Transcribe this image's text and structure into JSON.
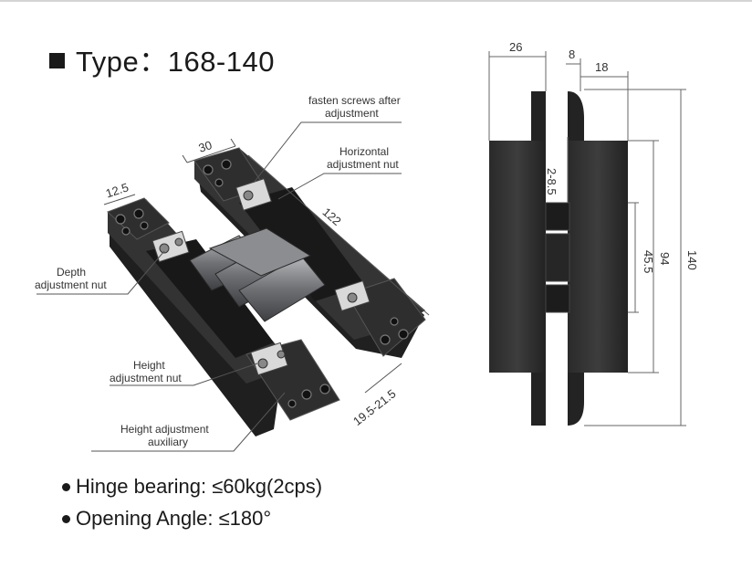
{
  "title": "Type：168-140",
  "specs": [
    "Hinge bearing: ≤60kg(2cps)",
    "Opening Angle: ≤180°"
  ],
  "callouts": {
    "fasten_line1": "fasten screws after",
    "fasten_line2": "adjustment",
    "horizontal_line1": "Horizontal",
    "horizontal_line2": "adjustment nut",
    "depth_line1": "Depth",
    "depth_line2": "adjustment nut",
    "height_line1": "Height",
    "height_line2": "adjustment nut",
    "auxiliary_line1": "Height adjustment",
    "auxiliary_line2": "auxiliary"
  },
  "dimensions": {
    "iso_width": "30",
    "iso_end": "12.5",
    "iso_length": "122",
    "iso_depth": "19.5-21.5",
    "side_26": "26",
    "side_8": "8",
    "side_18": "18",
    "side_gap": "2-8.5",
    "side_45": "45.5",
    "side_94": "94",
    "side_140": "140"
  },
  "colors": {
    "metal_dark": "#2b2b2b",
    "metal_mid": "#4a4a4a",
    "knuckle": "#7a7c80",
    "line": "#555555"
  }
}
